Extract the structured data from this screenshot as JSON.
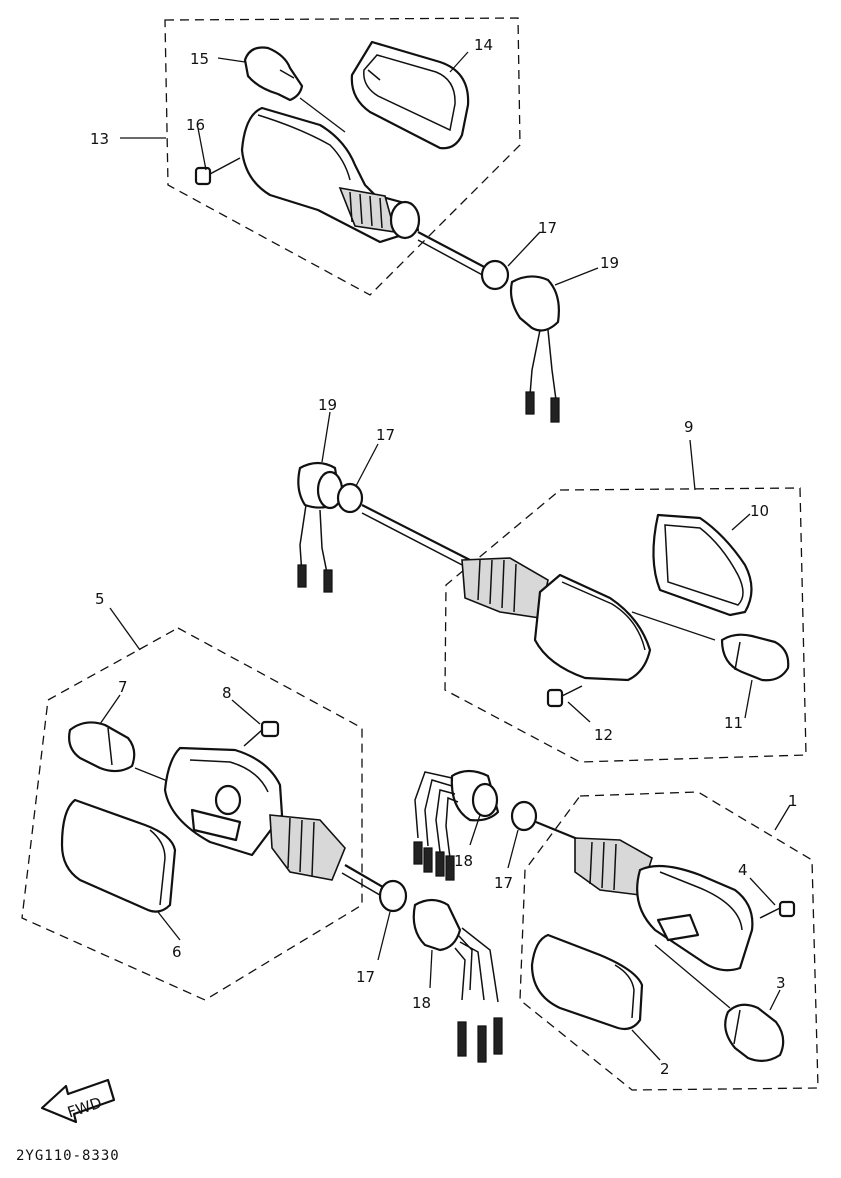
{
  "callouts": {
    "c1": "1",
    "c2": "2",
    "c3": "3",
    "c4": "4",
    "c5": "5",
    "c6": "6",
    "c7": "7",
    "c8": "8",
    "c9": "9",
    "c10": "10",
    "c11": "11",
    "c12": "12",
    "c13": "13",
    "c14": "14",
    "c15": "15",
    "c16": "16",
    "c17a": "17",
    "c17b": "17",
    "c17c": "17",
    "c17d": "17",
    "c18a": "18",
    "c18b": "18",
    "c19a": "19",
    "c19b": "19"
  },
  "fwd_label": "FWD",
  "diagram_code": "2YG110-8330"
}
